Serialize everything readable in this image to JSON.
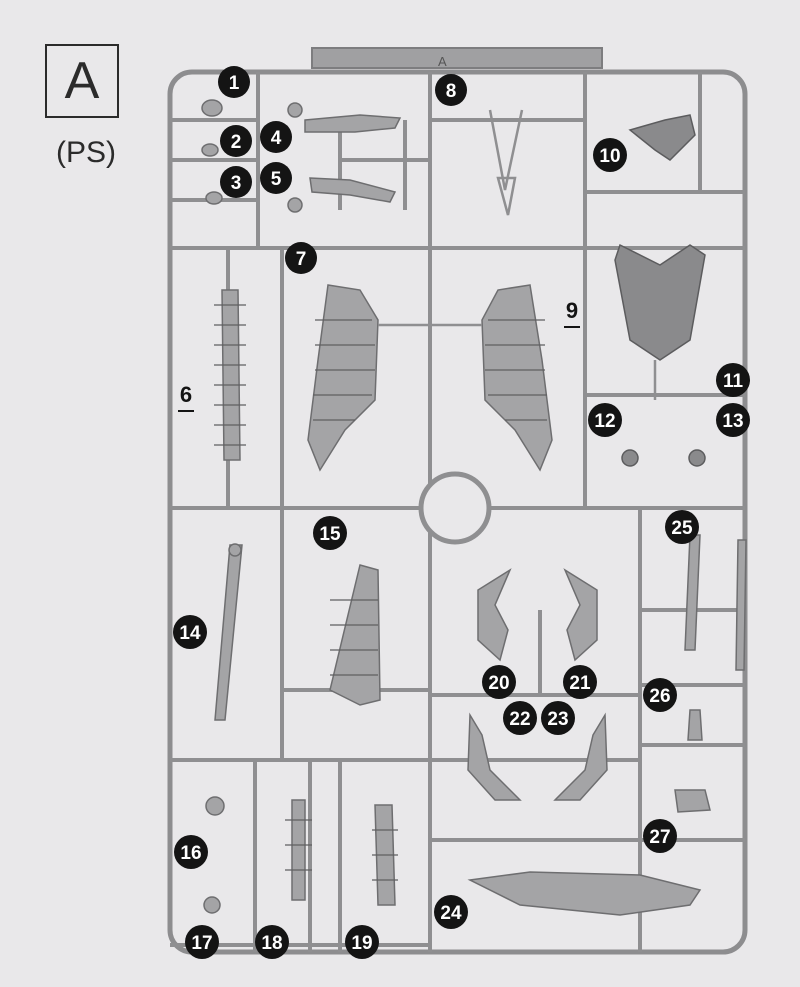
{
  "sprue": {
    "letter": "A",
    "material": "(PS)",
    "tab_letter": "A"
  },
  "part_numbers": {
    "p1": "1",
    "p2": "2",
    "p3": "3",
    "p4": "4",
    "p5": "5",
    "p6": "6",
    "p7": "7",
    "p8": "8",
    "p9": "9",
    "p10": "10",
    "p11": "11",
    "p12": "12",
    "p13": "13",
    "p14": "14",
    "p15": "15",
    "p16": "16",
    "p17": "17",
    "p18": "18",
    "p19": "19",
    "p20": "20",
    "p21": "21",
    "p22": "22",
    "p23": "23",
    "p24": "24",
    "p25": "25",
    "p26": "26",
    "p27": "27"
  },
  "colors": {
    "background": "#e9e8ea",
    "runner": "#8f8f91",
    "part": "#a4a4a6",
    "callout": "#141414"
  }
}
